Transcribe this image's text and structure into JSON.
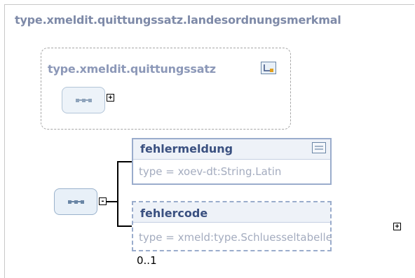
{
  "outer": {
    "title": "type.xmeldit.quittungssatz.landesordnungsmerkmal"
  },
  "base": {
    "title": "type.xmeldit.quittungssatz",
    "icon": "complex-type-icon"
  },
  "elements": [
    {
      "name": "fehlermeldung",
      "type": "type = xoev-dt:String.Latin",
      "has_doc_icon": true
    },
    {
      "name": "fehlercode",
      "type": "type = xmeld:type.Schluesseltabelle",
      "occurrence": "0..1"
    }
  ],
  "toggles": {
    "expand": "+",
    "collapse": "-"
  },
  "colors": {
    "title": "#7e8aa8",
    "element_name": "#3a5080",
    "element_border": "#9aaccc",
    "type_text": "#a4acbf"
  }
}
